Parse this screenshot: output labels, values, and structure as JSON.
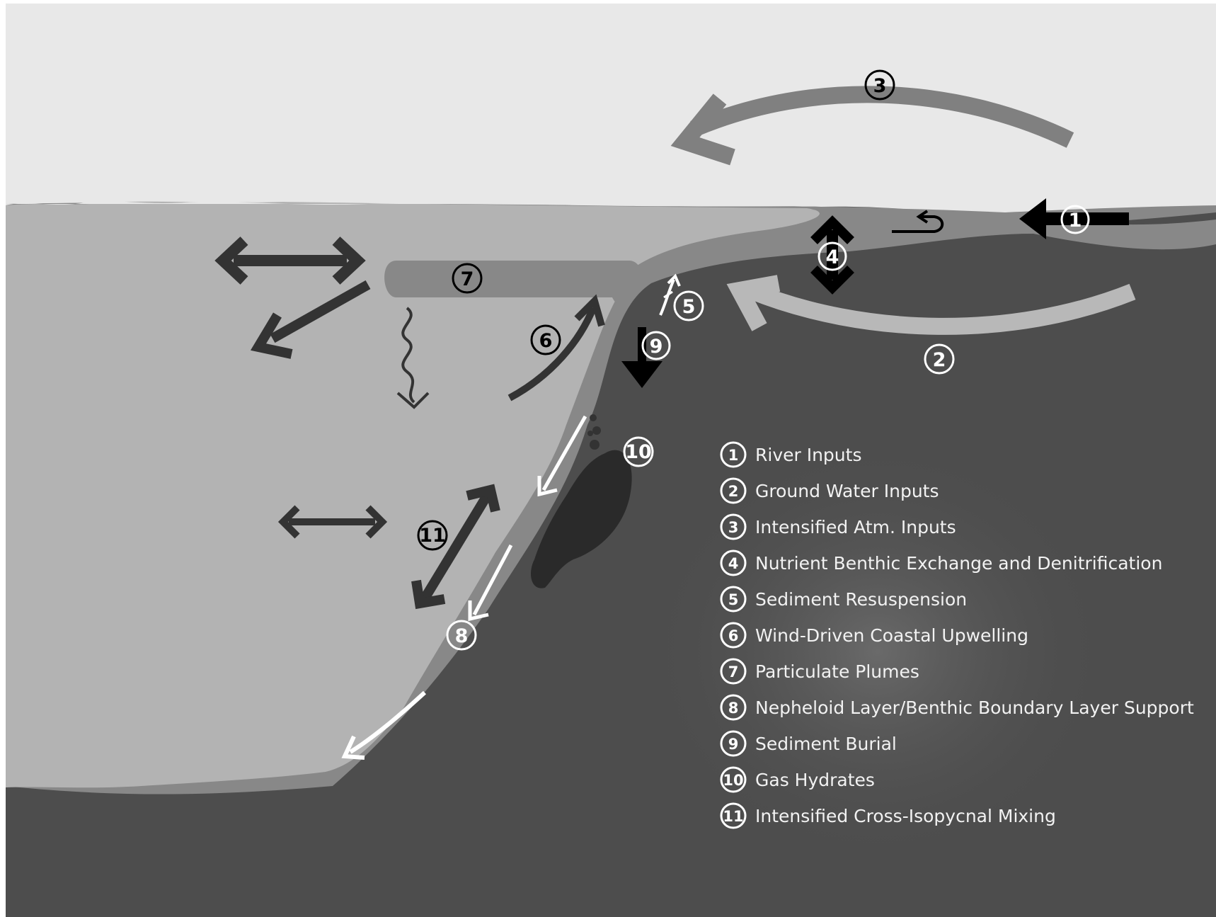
{
  "markers": {
    "m1": "1",
    "m2": "2",
    "m3": "3",
    "m4": "4",
    "m5": "5",
    "m6": "6",
    "m7": "7",
    "m8": "8",
    "m9": "9",
    "m10": "10",
    "m11": "11"
  },
  "legend": [
    {
      "num": "1",
      "label": "River Inputs"
    },
    {
      "num": "2",
      "label": "Ground Water Inputs"
    },
    {
      "num": "3",
      "label": "Intensified Atm. Inputs"
    },
    {
      "num": "4",
      "label": "Nutrient Benthic Exchange and Denitrification"
    },
    {
      "num": "5",
      "label": "Sediment Resuspension"
    },
    {
      "num": "6",
      "label": "Wind-Driven Coastal Upwelling"
    },
    {
      "num": "7",
      "label": "Particulate Plumes"
    },
    {
      "num": "8",
      "label": "Nepheloid Layer/Benthic Boundary Layer Support"
    },
    {
      "num": "9",
      "label": "Sediment Burial"
    },
    {
      "num": "10",
      "label": "Gas Hydrates"
    },
    {
      "num": "11",
      "label": "Intensified Cross-Isopycnal Mixing"
    }
  ],
  "colors": {
    "sky": "#e8e8e8",
    "water": "#b3b3b3",
    "land": "#4d4d4d",
    "nepheloid": "#888888",
    "hydrate": "#2a2a2a",
    "arrow_dark": "#333333",
    "arrow_gray": "#808080",
    "arrow_light": "#b8b8b8"
  }
}
